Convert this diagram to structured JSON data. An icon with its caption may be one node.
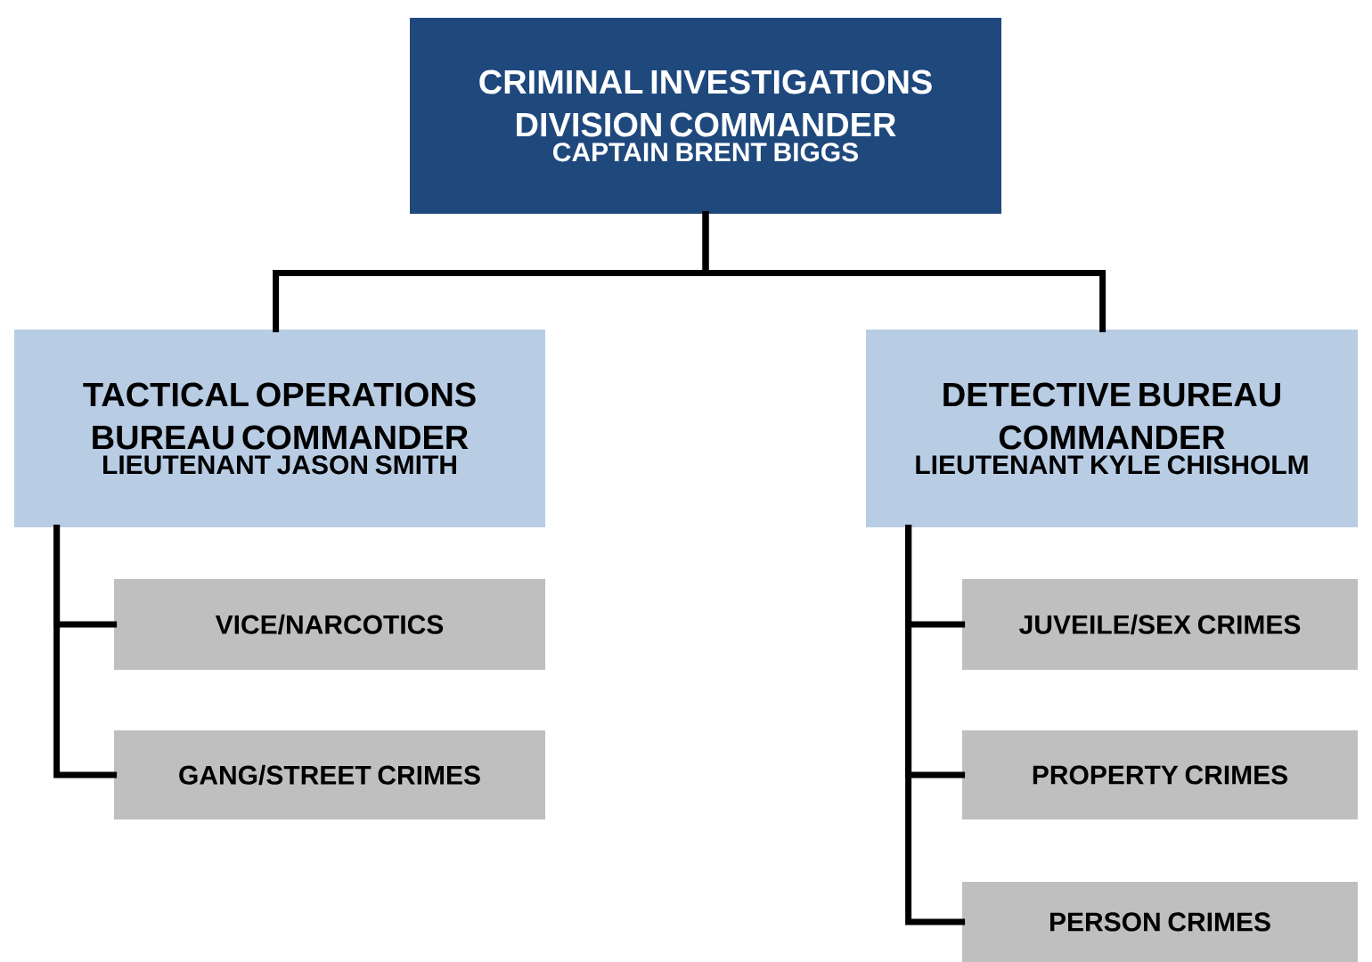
{
  "diagram": {
    "nodes": [
      {
        "text": [
          "CRIMINAL INVESTIGATIONS DIVISION COMMANDER",
          "CAPTAIN BRENT BIGGS"
        ]
      },
      {
        "text": [
          "TACTICAL OPERATIONS BUREAU COMMANDER",
          "LIEUTENANT JASON SMITH"
        ]
      },
      {
        "text": [
          "DETECTIVE BUREAU COMMANDER",
          "LIEUTENANT KYLE CHISHOLM"
        ]
      },
      {
        "text": [
          "VICE/NARCOTICS"
        ]
      },
      {
        "text": [
          "GANG/STREET CRIMES"
        ]
      },
      {
        "text": [
          "JUVEILE/SEX CRIMES"
        ]
      },
      {
        "text": [
          "PROPERTY CRIMES"
        ]
      },
      {
        "text": [
          "PERSON CRIMES"
        ]
      }
    ],
    "edges": [
      {
        "from": 0,
        "to": 1,
        "arrow": "none"
      },
      {
        "from": 0,
        "to": 2,
        "arrow": "none"
      },
      {
        "from": 1,
        "to": 3,
        "arrow": "none"
      },
      {
        "from": 1,
        "to": 4,
        "arrow": "none"
      },
      {
        "from": 2,
        "to": 5,
        "arrow": "none"
      },
      {
        "from": 2,
        "to": 6,
        "arrow": "none"
      },
      {
        "from": 2,
        "to": 7,
        "arrow": "none"
      }
    ]
  }
}
